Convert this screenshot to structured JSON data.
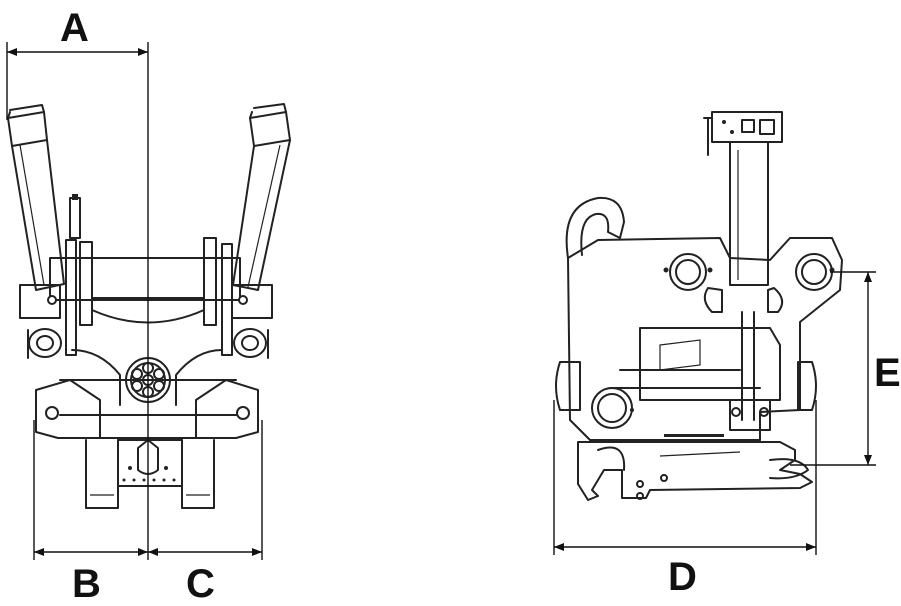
{
  "dimensions": {
    "A": "A",
    "B": "B",
    "C": "C",
    "D": "D",
    "E": "E"
  },
  "colors": {
    "line": "#222222",
    "background": "#ffffff"
  }
}
